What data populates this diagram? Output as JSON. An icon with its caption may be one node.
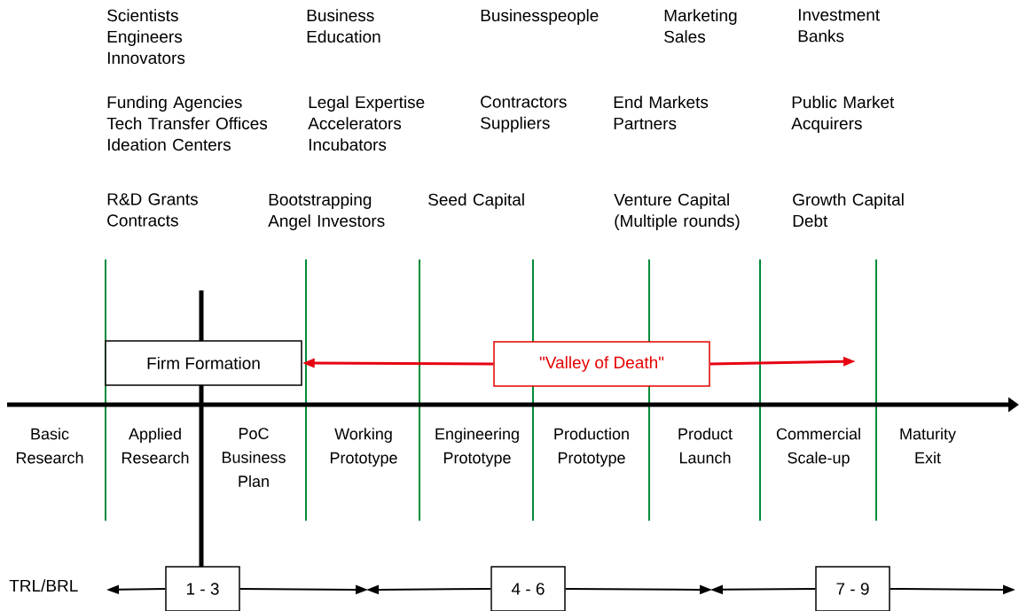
{
  "diagram": {
    "nodes": [
      {
        "text": [
          "Firm Formation"
        ]
      },
      {
        "text": [
          "\"Valley of Death\""
        ]
      },
      {
        "text": [
          "1 - 3"
        ]
      },
      {
        "text": [
          "4 - 6"
        ]
      },
      {
        "text": [
          "7 - 9"
        ]
      }
    ],
    "edges": [
      {
        "from": 1,
        "to": 0,
        "arrow": "to",
        "color": "#e60012"
      },
      {
        "from": 1,
        "to": null,
        "arrow": "to",
        "color": "#e60012"
      },
      {
        "from": 2,
        "to": null,
        "arrow": "to"
      },
      {
        "from": 2,
        "to": null,
        "arrow": "to"
      },
      {
        "from": 3,
        "to": null,
        "arrow": "to"
      },
      {
        "from": 3,
        "to": null,
        "arrow": "to"
      },
      {
        "from": 4,
        "to": null,
        "arrow": "to"
      },
      {
        "from": 4,
        "to": null,
        "arrow": "to"
      }
    ],
    "labels": [
      "Scientists Engineers Innovators",
      "Business Education",
      "Businesspeople",
      "Marketing Sales",
      "Investment Banks",
      "Funding Agencies Tech Transfer Offices Ideation Centers",
      "Legal Expertise Accelerators Incubators",
      "Contractors Suppliers",
      "End Markets Partners",
      "Public Market Acquirers",
      "R&D Grants Contracts",
      "Bootstrapping Angel Investors",
      "Seed Capital",
      "Venture Capital (Multiple rounds)",
      "Growth Capital Debt",
      "Basic Research",
      "Applied Research",
      "PoC Business Plan",
      "Working Prototype",
      "Engineering Prototype",
      "Production Prototype",
      "Product Launch",
      "Commercial Scale-up",
      "Maturity Exit",
      "TRL/BRL"
    ]
  }
}
